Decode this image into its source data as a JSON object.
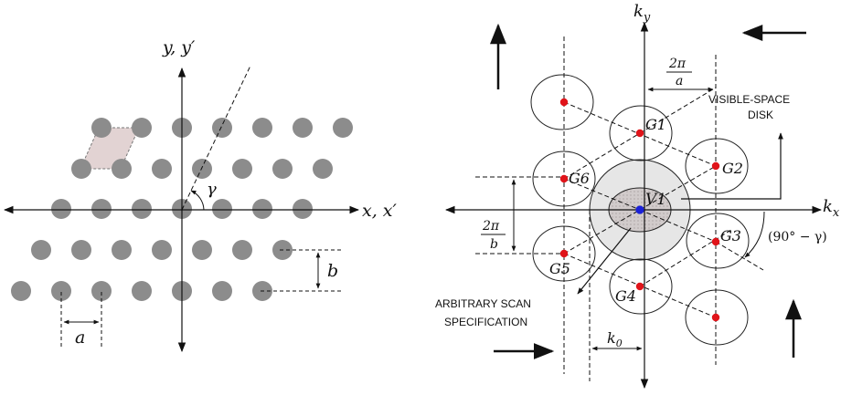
{
  "left_panel": {
    "y_axis_label": "y, y′",
    "x_axis_label": "x, x′",
    "angle_label": "γ",
    "spacing_a_label": "a",
    "spacing_b_label": "b"
  },
  "right_panel": {
    "ky_label": "k",
    "ky_sub": "y",
    "kx_label": "k",
    "kx_sub": "x",
    "two_pi_num": "2π",
    "two_pi_over_a_den": "a",
    "two_pi_over_b_den": "b",
    "k0_label": "k",
    "k0_sub": "0",
    "visible_space_line1": "VISIBLE-SPACE",
    "visible_space_line2": "DISK",
    "scan_line1": "ARBITRARY SCAN",
    "scan_line2": "SPECIFICATION",
    "angle_expr": "(90° − γ)",
    "modes": [
      "V1",
      "G1",
      "G2",
      "G3",
      "G4",
      "G5",
      "G6"
    ]
  },
  "colors": {
    "dot": "#8c8c8c",
    "cell_fill": "#e2d3d3",
    "red_point": "#e0141a",
    "blue_point": "#1a20d8",
    "disk_fill": "#e6e6e6",
    "core_fill": "#c8c4c4"
  }
}
